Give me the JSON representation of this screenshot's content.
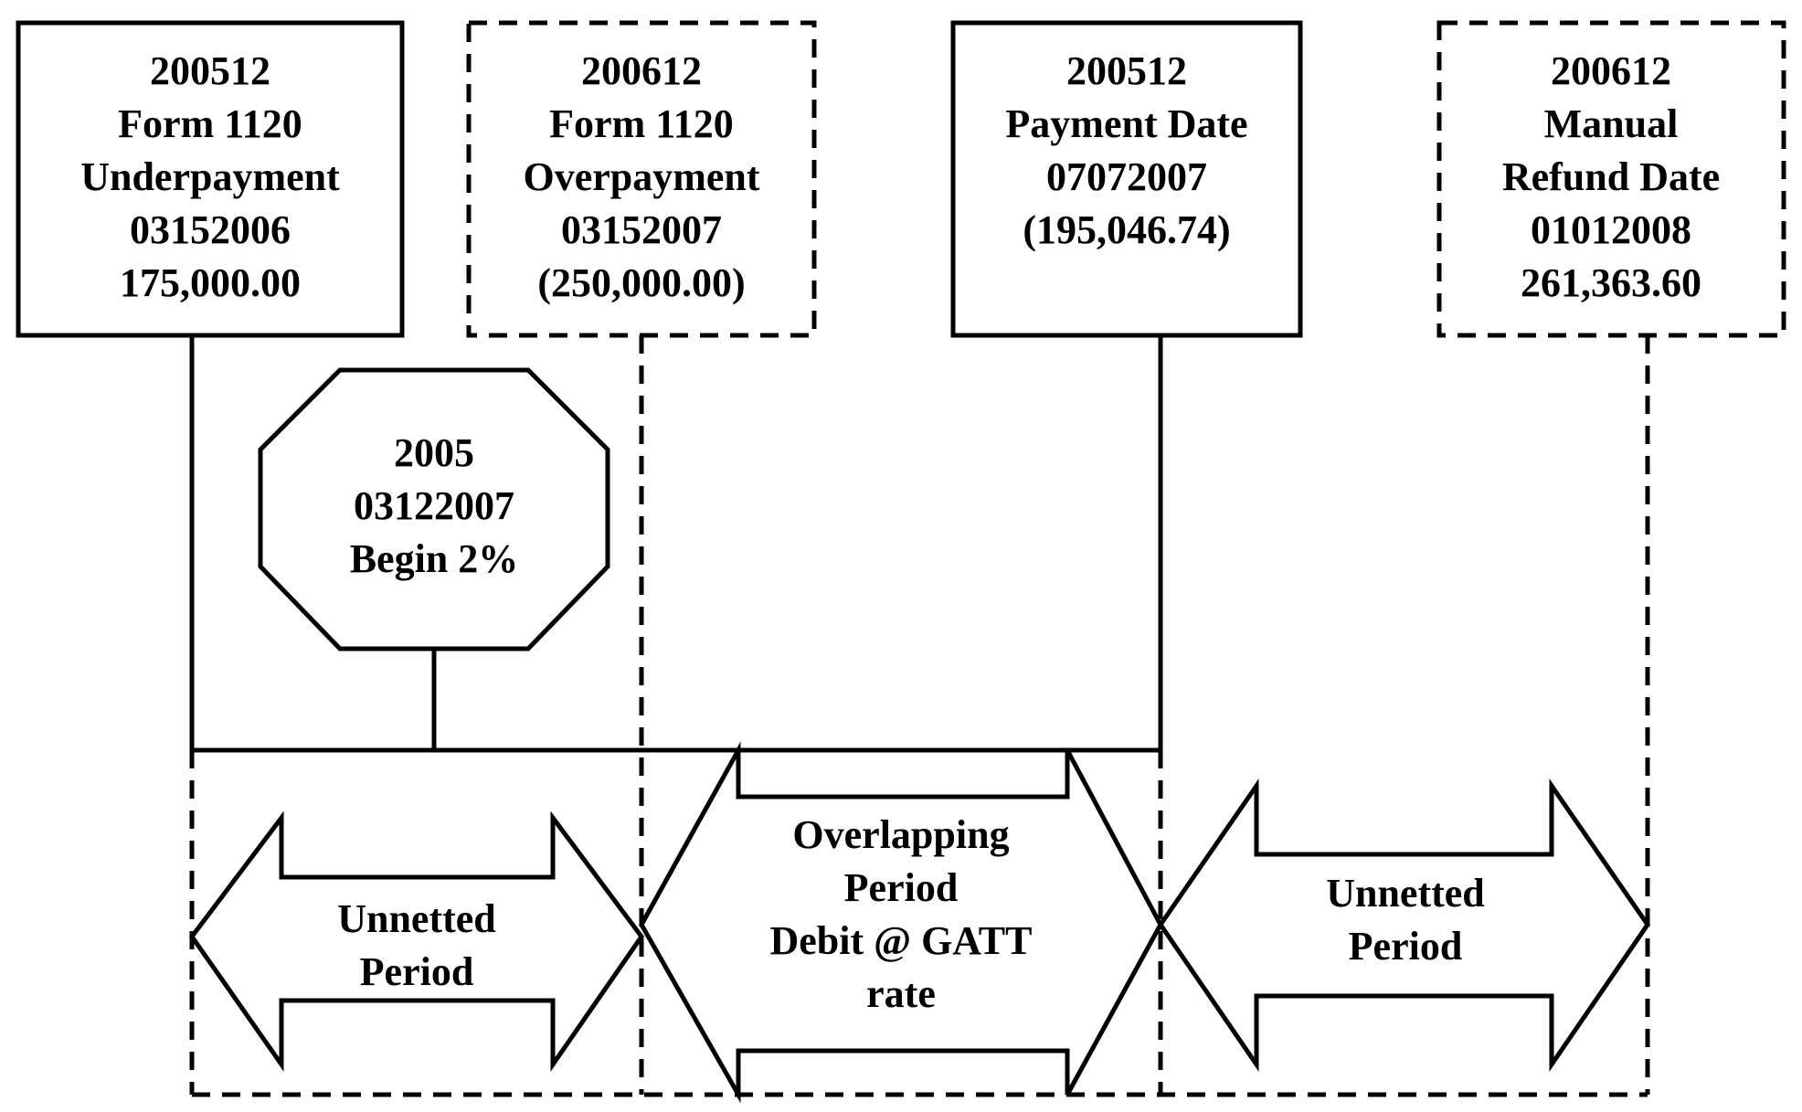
{
  "boxes": {
    "box_200512_form1120": {
      "lines": [
        "200512",
        "Form 1120",
        "Underpayment",
        "03152006",
        "175,000.00"
      ],
      "border": "solid"
    },
    "box_200612_form1120": {
      "lines": [
        "200612",
        "Form 1120",
        "Overpayment",
        "03152007",
        "(250,000.00)"
      ],
      "border": "dashed"
    },
    "box_200512_payment": {
      "lines": [
        "200512",
        "Payment Date",
        "07072007",
        "(195,046.74)"
      ],
      "border": "solid"
    },
    "box_200612_refund": {
      "lines": [
        "200612",
        "Manual",
        "Refund Date",
        "01012008",
        "261,363.60"
      ],
      "border": "dashed"
    }
  },
  "octagon": {
    "lines": [
      "2005",
      "03122007",
      "Begin 2%"
    ]
  },
  "arrows": {
    "left": {
      "lines": [
        "Unnetted",
        "Period"
      ]
    },
    "middle": {
      "lines": [
        "Overlapping",
        "Period",
        "Debit @ GATT",
        "rate"
      ]
    },
    "right": {
      "lines": [
        "Unnetted",
        "Period"
      ]
    }
  },
  "colors": {
    "stroke": "#000000",
    "background": "#ffffff"
  }
}
